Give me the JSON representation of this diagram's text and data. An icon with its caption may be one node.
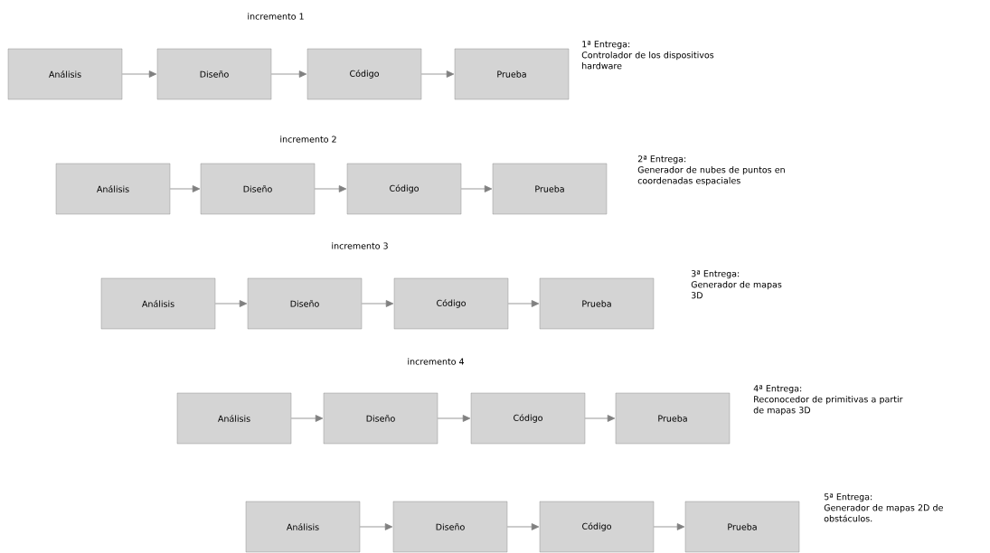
{
  "diagram": {
    "nodes": [
      {
        "text": [
          "Análisis"
        ]
      },
      {
        "text": [
          "Diseño"
        ]
      },
      {
        "text": [
          "Código"
        ]
      },
      {
        "text": [
          "Prueba"
        ],
        "beside": [
          "1ª Entrega:",
          "Controlador de los dispositivos hardware"
        ]
      },
      {
        "text": [
          "Análisis"
        ]
      },
      {
        "text": [
          "Diseño"
        ]
      },
      {
        "text": [
          "Código"
        ]
      },
      {
        "text": [
          "Prueba"
        ],
        "beside": [
          "2ª Entrega:",
          "Generador de nubes de puntos en coordenadas espaciales"
        ]
      },
      {
        "text": [
          "Análisis"
        ]
      },
      {
        "text": [
          "Diseño"
        ]
      },
      {
        "text": [
          "Código"
        ]
      },
      {
        "text": [
          "Prueba"
        ],
        "beside": [
          "3ª Entrega:",
          "Generador de mapas 3D"
        ]
      },
      {
        "text": [
          "Análisis"
        ]
      },
      {
        "text": [
          "Diseño"
        ]
      },
      {
        "text": [
          "Código"
        ]
      },
      {
        "text": [
          "Prueba"
        ],
        "beside": [
          "4ª Entrega:",
          "Reconocedor de primitivas a partir de mapas 3D"
        ]
      },
      {
        "text": [
          "Análisis"
        ]
      },
      {
        "text": [
          "Diseño"
        ]
      },
      {
        "text": [
          "Código"
        ]
      },
      {
        "text": [
          "Prueba"
        ],
        "beside": [
          "5ª Entrega:",
          "Generador de mapas 2D de obstáculos."
        ]
      }
    ],
    "edges": [
      {
        "from": 0,
        "to": 1,
        "arrow": "to"
      },
      {
        "from": 1,
        "to": 2,
        "arrow": "to"
      },
      {
        "from": 2,
        "to": 3,
        "arrow": "to"
      },
      {
        "from": 4,
        "to": 5,
        "arrow": "to"
      },
      {
        "from": 5,
        "to": 6,
        "arrow": "to"
      },
      {
        "from": 6,
        "to": 7,
        "arrow": "to"
      },
      {
        "from": 8,
        "to": 9,
        "arrow": "to"
      },
      {
        "from": 9,
        "to": 10,
        "arrow": "to"
      },
      {
        "from": 10,
        "to": 11,
        "arrow": "to"
      },
      {
        "from": 12,
        "to": 13,
        "arrow": "to"
      },
      {
        "from": 13,
        "to": 14,
        "arrow": "to"
      },
      {
        "from": 14,
        "to": 15,
        "arrow": "to"
      },
      {
        "from": 16,
        "to": 17,
        "arrow": "to"
      },
      {
        "from": 17,
        "to": 18,
        "arrow": "to"
      },
      {
        "from": 18,
        "to": 19,
        "arrow": "to"
      }
    ],
    "labels": [
      "incremento 1",
      "incremento 2",
      "incremento 3",
      "incremento 4"
    ]
  }
}
